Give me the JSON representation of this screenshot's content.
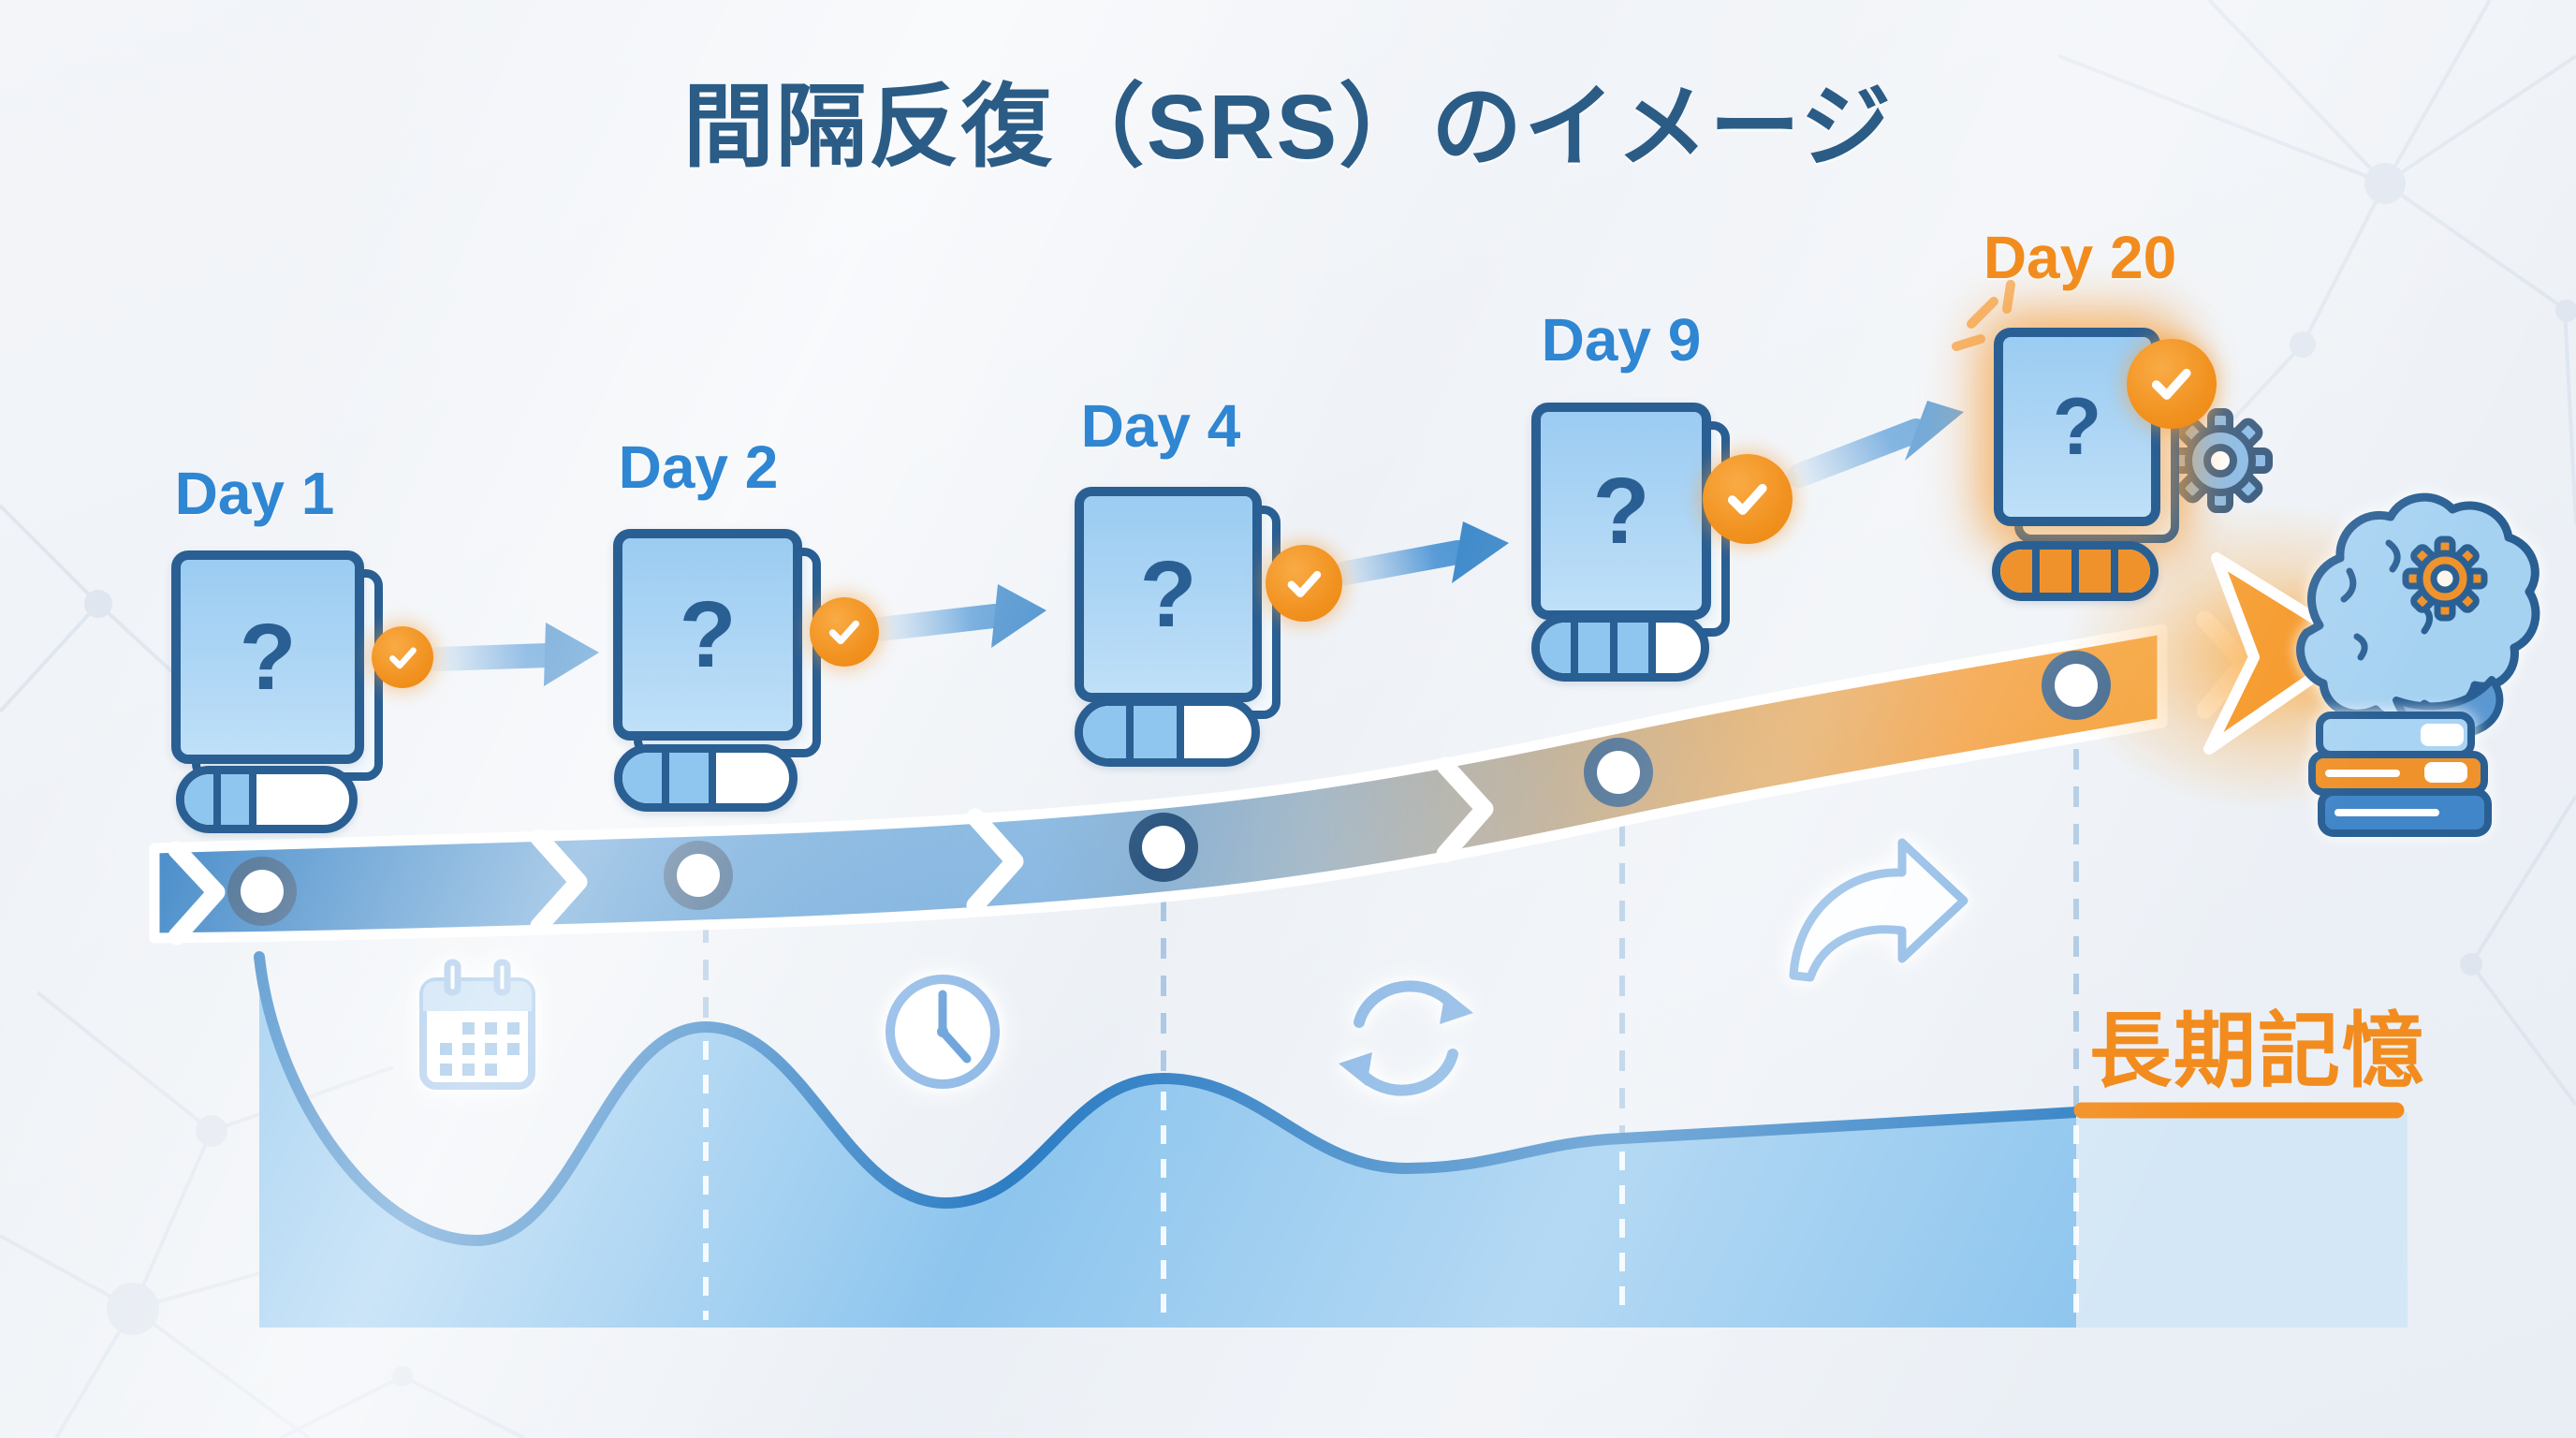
{
  "title": {
    "text": "間隔反復（SRS）のイメージ",
    "color": "#2b5c86"
  },
  "card_symbol": "?",
  "days": [
    {
      "label": "Day 1",
      "label_color": "#2f86d2",
      "reviewed": true,
      "progress": {
        "fill_pct": 44,
        "cells": 2,
        "fill_color": "#8ec6ef"
      }
    },
    {
      "label": "Day 2",
      "label_color": "#2f86d2",
      "reviewed": true,
      "progress": {
        "fill_pct": 56,
        "cells": 2,
        "fill_color": "#8ec6ef"
      }
    },
    {
      "label": "Day 4",
      "label_color": "#2f86d2",
      "reviewed": true,
      "progress": {
        "fill_pct": 60,
        "cells": 2,
        "fill_color": "#8ec6ef"
      }
    },
    {
      "label": "Day 9",
      "label_color": "#2f86d2",
      "reviewed": true,
      "progress": {
        "fill_pct": 72,
        "cells": 3,
        "fill_color": "#8ec6ef"
      }
    },
    {
      "label": "Day 20",
      "label_color": "#f28c1e",
      "reviewed": true,
      "progress": {
        "fill_pct": 100,
        "cells": 4,
        "fill_color": "#f0922b"
      }
    }
  ],
  "long_term_memory": {
    "text": "長期記憶",
    "color": "#f28c1e"
  },
  "icons": [
    "flashcard-icon",
    "check-icon",
    "arrow-right-icon",
    "calendar-icon",
    "clock-icon",
    "refresh-icon",
    "curved-arrow-icon",
    "gear-icon",
    "brain-gear-icon",
    "books-icon",
    "sparkle-icon"
  ],
  "memory_curve": {
    "type": "area",
    "description": "Forgetting curve: retention drops after each study session and is boosted at every spaced review, flattening into long-term memory after Day 20.",
    "review_days": [
      1,
      2,
      4,
      9,
      20
    ],
    "long_term_from_day": 20
  },
  "colors": {
    "background": "#eef1f6",
    "title_blue": "#2b5c86",
    "day_label_blue": "#2f86d2",
    "accent_orange": "#f28c1e",
    "card_fill": "#a8d4f3",
    "card_border": "#2a5f93",
    "band_blue": "#2b7ac1",
    "curve_blue": "#2e7ec4",
    "curve_fill": "#8dc5ee",
    "long_term_fill": "#d4e7f6",
    "dashed_line": "#a9c6e2",
    "network_pattern": "#d7dfec"
  }
}
